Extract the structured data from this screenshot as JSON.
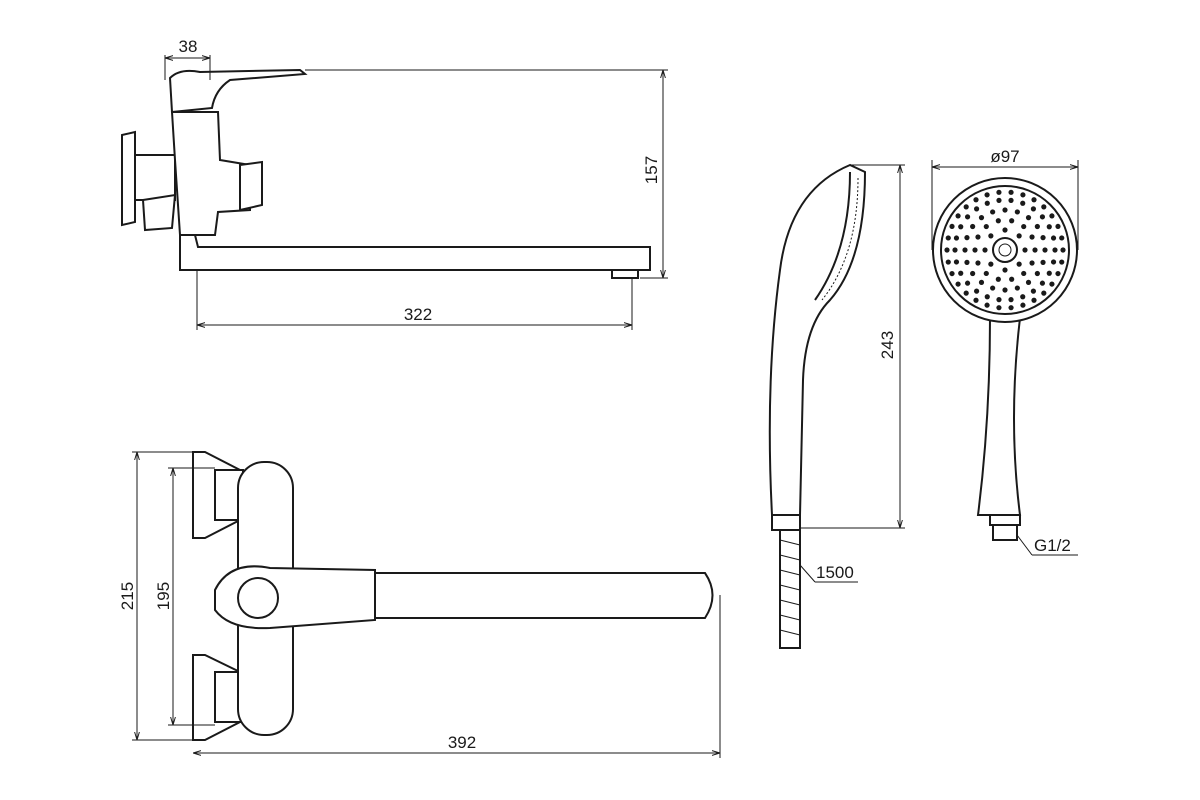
{
  "title": "Bath mixer with long spout and hand shower - dimensional drawing",
  "side_view": {
    "handle_width": "38",
    "height": "157",
    "spout_reach": "322"
  },
  "top_view": {
    "plate_height": "215",
    "body_height": "195",
    "total_length": "392"
  },
  "hand_shower": {
    "length": "243",
    "hose_length": "1500",
    "head_diameter": "ø97",
    "thread": "G1/2"
  },
  "colors": {
    "line": "#1a1a1a",
    "background": "#ffffff"
  }
}
